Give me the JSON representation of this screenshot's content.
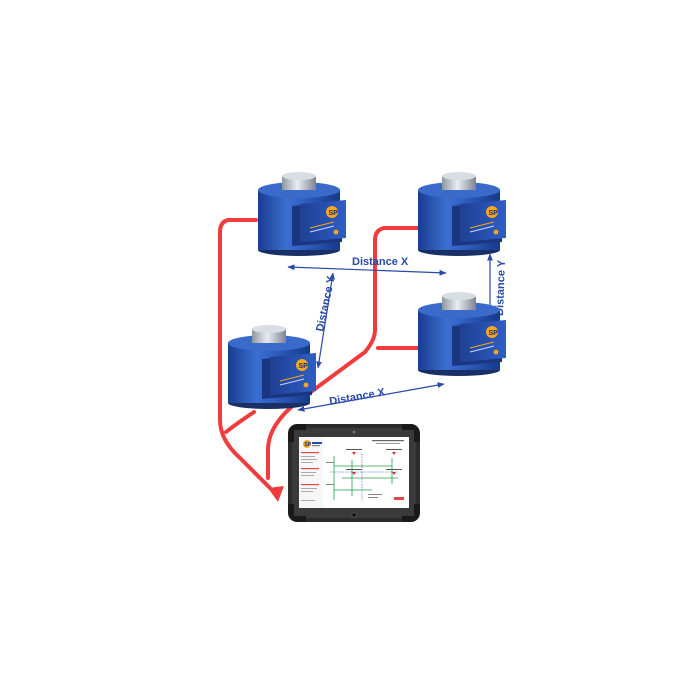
{
  "diagram": {
    "labels": {
      "distance_x_top": "Distance X",
      "distance_x_bottom": "Distance X",
      "distance_y_left": "Distance Y",
      "distance_y_right": "Distance Y"
    },
    "load_cells": [
      {
        "id": "top-left",
        "brand": "SP"
      },
      {
        "id": "top-right",
        "brand": "SP"
      },
      {
        "id": "bottom-left",
        "brand": "SP"
      },
      {
        "id": "bottom-right",
        "brand": "SP"
      }
    ],
    "tablet": {
      "app_brand": "SP"
    },
    "colors": {
      "cell_blue": "#2857b8",
      "cable_red": "#f03c3c",
      "dimension_blue": "#2a4aa8",
      "tablet_frame": "#2b2b2b",
      "badge_blue": "#1e2a78",
      "badge_orange": "#f2a81d"
    },
    "icons": {
      "cell_badge": "sp-logo-icon",
      "tablet_camera": "camera-icon"
    }
  }
}
